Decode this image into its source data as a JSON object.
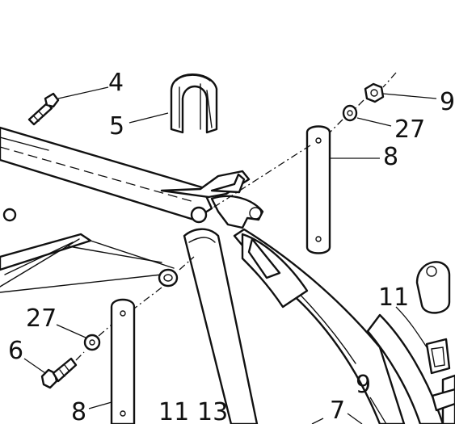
{
  "callouts": {
    "c4": "4",
    "c5": "5",
    "c9_top": "9",
    "c27_top": "27",
    "c8_right": "8",
    "c11_right": "11",
    "c27_left": "27",
    "c6": "6",
    "c8_bottom": "8",
    "c11_bottom": "11",
    "c13": "13",
    "c7": "7",
    "c9_bottom": "9"
  }
}
